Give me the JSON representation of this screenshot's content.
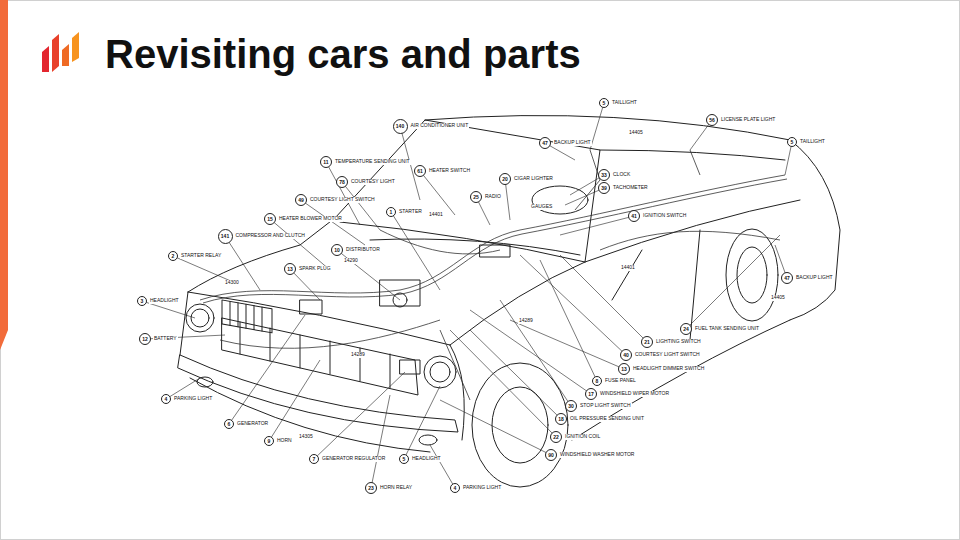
{
  "diagram": {
    "title": "Revisiting cars and parts",
    "nodes": [
      {
        "text": [
          "5",
          "TAILLIGHT"
        ]
      },
      {
        "text": [
          "56",
          "LICENSE PLATE LIGHT"
        ]
      },
      {
        "text": [
          "140",
          "AIR CONDITIONER UNIT"
        ]
      },
      {
        "text": [
          "5",
          "TAILLIGHT"
        ]
      },
      {
        "text": [
          "47",
          "BACKUP LIGHT"
        ]
      },
      {
        "text": [
          "11",
          "TEMPERATURE SENDING UNIT"
        ]
      },
      {
        "text": [
          "61",
          "HEATER SWITCH"
        ]
      },
      {
        "text": [
          "33",
          "CLOCK"
        ]
      },
      {
        "text": [
          "20",
          "CIGAR LIGHTER"
        ]
      },
      {
        "text": [
          "78",
          "COURTESY LIGHT"
        ]
      },
      {
        "text": [
          "39",
          "TACHOMETER"
        ]
      },
      {
        "text": [
          "25",
          "RADIO"
        ]
      },
      {
        "text": [
          "49",
          "COURTESY LIGHT SWITCH"
        ]
      },
      {
        "text": [
          "1",
          "STARTER"
        ]
      },
      {
        "text": [
          "41",
          "IGNITION SWITCH"
        ]
      },
      {
        "text": [
          "15",
          "HEATER BLOWER MOTOR"
        ]
      },
      {
        "text": [
          "141",
          "COMPRESSOR AND CLUTCH"
        ]
      },
      {
        "text": [
          "10",
          "DISTRIBUTOR"
        ]
      },
      {
        "text": [
          "2",
          "STARTER RELAY"
        ]
      },
      {
        "text": [
          "13",
          "SPARK PLUG"
        ]
      },
      {
        "text": [
          "47",
          "BACKUP LIGHT"
        ]
      },
      {
        "text": [
          "3",
          "HEADLIGHT"
        ]
      },
      {
        "text": [
          "24",
          "FUEL TANK SENDING UNIT"
        ]
      },
      {
        "text": [
          "12",
          "BATTERY"
        ]
      },
      {
        "text": [
          "21",
          "LIGHTING SWITCH"
        ]
      },
      {
        "text": [
          "40",
          "COURTESY LIGHT SWITCH"
        ]
      },
      {
        "text": [
          "13",
          "HEADLIGHT DIMMER SWITCH"
        ]
      },
      {
        "text": [
          "8",
          "FUSE PANEL"
        ]
      },
      {
        "text": [
          "17",
          "WINDSHIELD WIPER MOTOR"
        ]
      },
      {
        "text": [
          "4",
          "PARKING LIGHT"
        ]
      },
      {
        "text": [
          "30",
          "STOP LIGHT SWITCH"
        ]
      },
      {
        "text": [
          "18",
          "OIL PRESSURE SENDING UNIT"
        ]
      },
      {
        "text": [
          "6",
          "GENERATOR"
        ]
      },
      {
        "text": [
          "22",
          "IGNITION COIL"
        ]
      },
      {
        "text": [
          "9",
          "HORN"
        ]
      },
      {
        "text": [
          "90",
          "WINDSHIELD WASHER MOTOR"
        ]
      },
      {
        "text": [
          "7",
          "GENERATOR REGULATOR"
        ]
      },
      {
        "text": [
          "5",
          "HEADLIGHT"
        ]
      },
      {
        "text": [
          "23",
          "HORN RELAY"
        ]
      },
      {
        "text": [
          "4",
          "PARKING LIGHT"
        ]
      }
    ],
    "labels": [
      "14405",
      "14401",
      "GAUGES",
      "14290",
      "14300",
      "14401",
      "14405",
      "14289",
      "14289",
      "14305"
    ]
  }
}
